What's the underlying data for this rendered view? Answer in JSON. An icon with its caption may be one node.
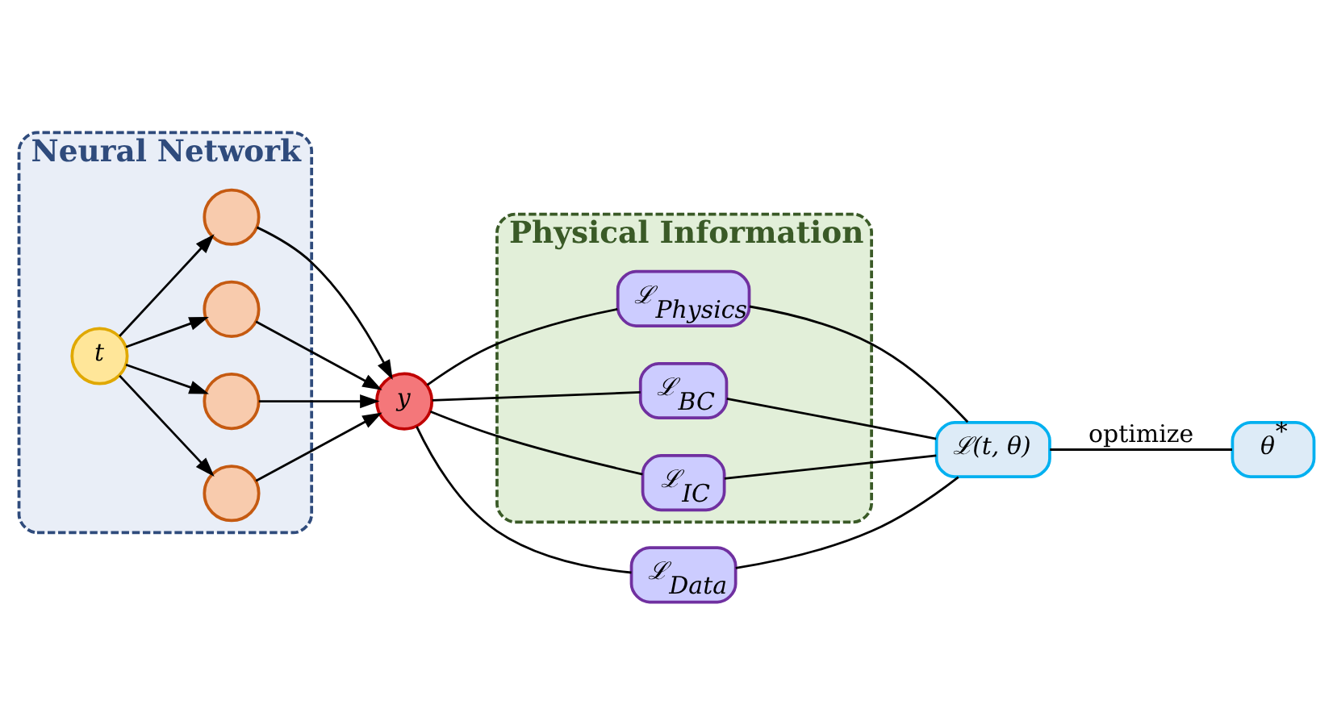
{
  "diagram": {
    "nodes": [
      {
        "text": [
          "Neural Network"
        ]
      },
      {
        "text": [
          "t"
        ],
        "in": 0
      },
      {
        "text": [],
        "shape": "circle",
        "in": 0
      },
      {
        "text": [],
        "shape": "circle",
        "in": 0
      },
      {
        "text": [],
        "shape": "circle",
        "in": 0
      },
      {
        "text": [],
        "shape": "circle",
        "in": 0
      },
      {
        "text": [
          "y"
        ]
      },
      {
        "text": [
          "Physical Information"
        ]
      },
      {
        "text": [
          "ℒ$_{Physics}$"
        ],
        "in": 7
      },
      {
        "text": [
          "ℒ$_{BC}$"
        ],
        "in": 7
      },
      {
        "text": [
          "ℒ$_{IC}$"
        ],
        "in": 7
      },
      {
        "text": [
          "ℒ(t, θ)"
        ]
      },
      {
        "text": [
          "θ$^{*}$"
        ]
      },
      {
        "text": [
          "ℒ$_{Data}$"
        ]
      }
    ],
    "edges": [
      {
        "from": 1,
        "to": 2,
        "arrow": "to"
      },
      {
        "from": 1,
        "to": 3,
        "arrow": "to"
      },
      {
        "from": 1,
        "to": 4,
        "arrow": "to"
      },
      {
        "from": 1,
        "to": 5,
        "arrow": "to"
      },
      {
        "from": 2,
        "to": 6,
        "arrow": "to"
      },
      {
        "from": 3,
        "to": 6,
        "arrow": "to"
      },
      {
        "from": 4,
        "to": 6,
        "arrow": "to"
      },
      {
        "from": 5,
        "to": 6,
        "arrow": "to"
      },
      {
        "from": 6,
        "to": 8,
        "arrow": "none"
      },
      {
        "from": 6,
        "to": 9,
        "arrow": "none"
      },
      {
        "from": 6,
        "to": 10,
        "arrow": "none"
      },
      {
        "from": 6,
        "to": 13,
        "arrow": "none"
      },
      {
        "from": 8,
        "to": 11,
        "arrow": "none"
      },
      {
        "from": 9,
        "to": 11,
        "arrow": "none"
      },
      {
        "from": 10,
        "to": 11,
        "arrow": "none"
      },
      {
        "from": 13,
        "to": 11,
        "arrow": "none"
      },
      {
        "from": 11,
        "to": 12,
        "label": "optimize",
        "arrow": "none"
      }
    ]
  }
}
